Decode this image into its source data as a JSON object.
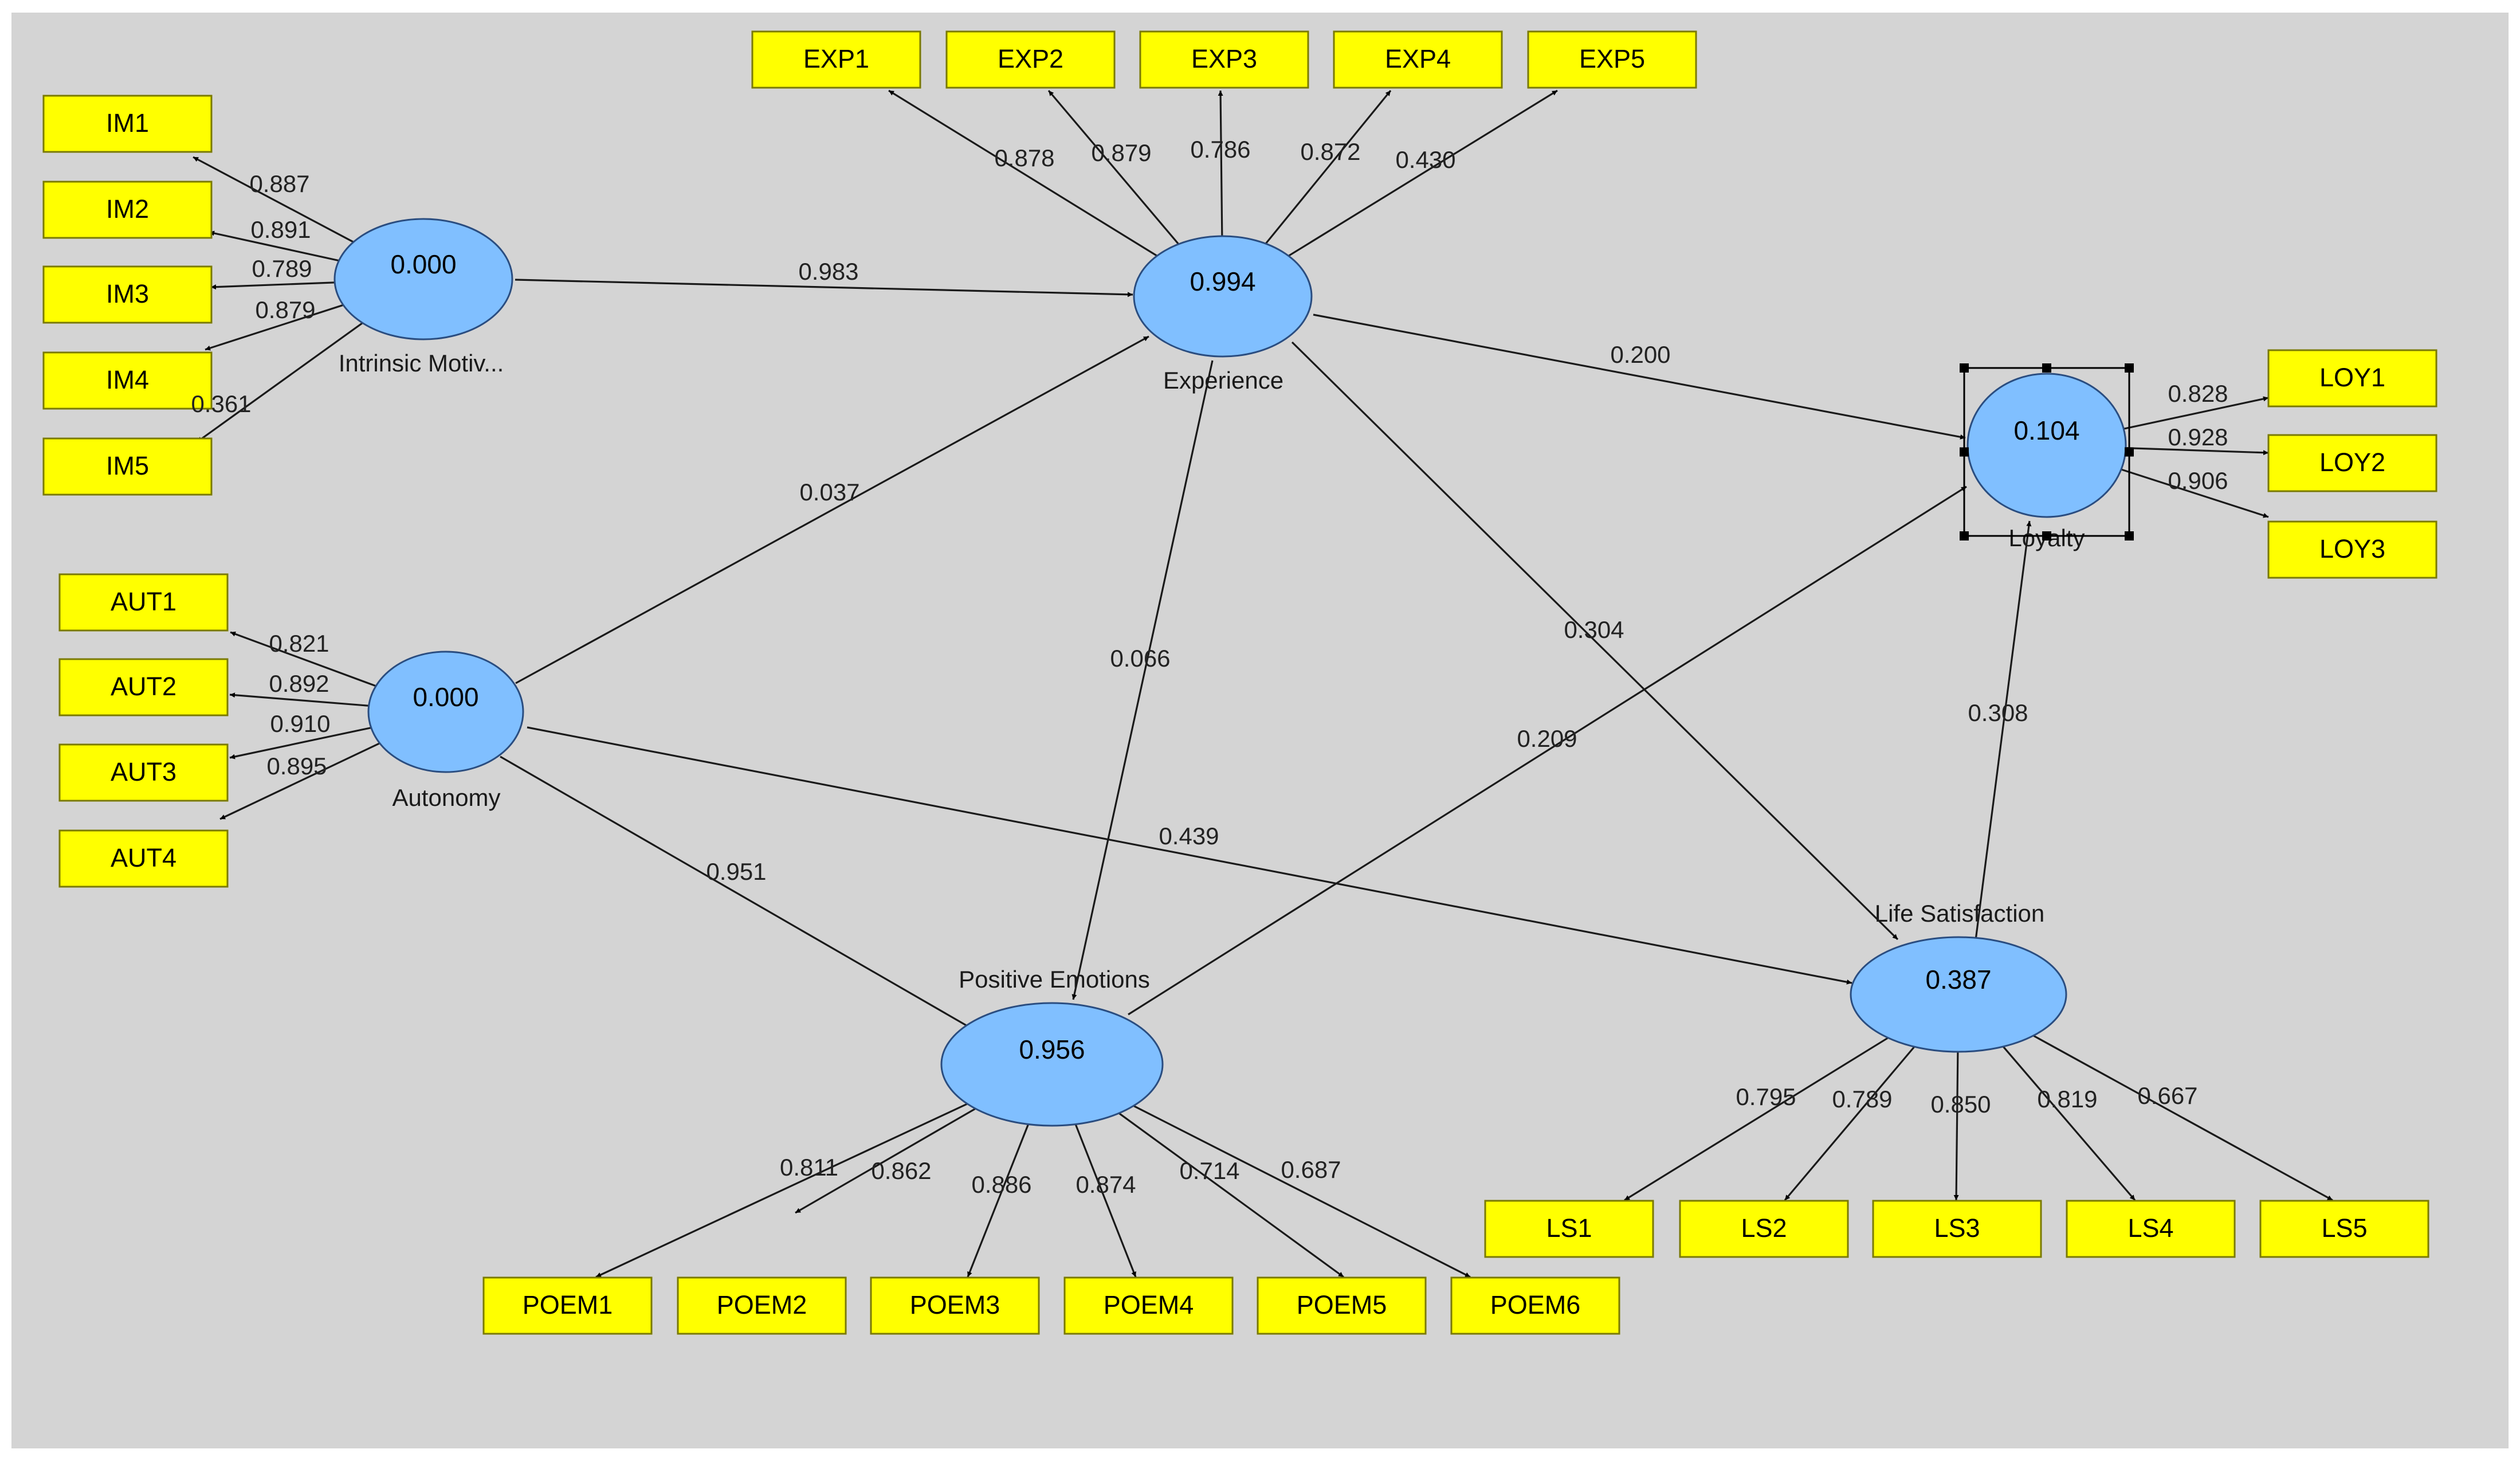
{
  "latent_variables": [
    {
      "id": "IM",
      "name": "Intrinsic Motiv...",
      "value": "0.000"
    },
    {
      "id": "EXP",
      "name": "Experience",
      "value": "0.994"
    },
    {
      "id": "AUT",
      "name": "Autonomy",
      "value": "0.000"
    },
    {
      "id": "LOY",
      "name": "Loyalty",
      "value": "0.104"
    },
    {
      "id": "POEM",
      "name": "Positive Emotions",
      "value": "0.956"
    },
    {
      "id": "LS",
      "name": "Life Satisfaction",
      "value": "0.387"
    }
  ],
  "indicators": [
    {
      "id": "IM1",
      "label": "IM1"
    },
    {
      "id": "IM2",
      "label": "IM2"
    },
    {
      "id": "IM3",
      "label": "IM3"
    },
    {
      "id": "IM4",
      "label": "IM4"
    },
    {
      "id": "IM5",
      "label": "IM5"
    },
    {
      "id": "EXP1",
      "label": "EXP1"
    },
    {
      "id": "EXP2",
      "label": "EXP2"
    },
    {
      "id": "EXP3",
      "label": "EXP3"
    },
    {
      "id": "EXP4",
      "label": "EXP4"
    },
    {
      "id": "EXP5",
      "label": "EXP5"
    },
    {
      "id": "AUT1",
      "label": "AUT1"
    },
    {
      "id": "AUT2",
      "label": "AUT2"
    },
    {
      "id": "AUT3",
      "label": "AUT3"
    },
    {
      "id": "AUT4",
      "label": "AUT4"
    },
    {
      "id": "LOY1",
      "label": "LOY1"
    },
    {
      "id": "LOY2",
      "label": "LOY2"
    },
    {
      "id": "LOY3",
      "label": "LOY3"
    },
    {
      "id": "POEM1",
      "label": "POEM1"
    },
    {
      "id": "POEM2",
      "label": "POEM2"
    },
    {
      "id": "POEM3",
      "label": "POEM3"
    },
    {
      "id": "POEM4",
      "label": "POEM4"
    },
    {
      "id": "POEM5",
      "label": "POEM5"
    },
    {
      "id": "POEM6",
      "label": "POEM6"
    },
    {
      "id": "LS1",
      "label": "LS1"
    },
    {
      "id": "LS2",
      "label": "LS2"
    },
    {
      "id": "LS3",
      "label": "LS3"
    },
    {
      "id": "LS4",
      "label": "LS4"
    },
    {
      "id": "LS5",
      "label": "LS5"
    }
  ],
  "outer_loadings": [
    {
      "from": "IM",
      "to": "IM1",
      "value": "0.887"
    },
    {
      "from": "IM",
      "to": "IM2",
      "value": "0.891"
    },
    {
      "from": "IM",
      "to": "IM3",
      "value": "0.789"
    },
    {
      "from": "IM",
      "to": "IM4",
      "value": "0.879"
    },
    {
      "from": "IM",
      "to": "IM5",
      "value": "0.361"
    },
    {
      "from": "EXP",
      "to": "EXP1",
      "value": "0.878"
    },
    {
      "from": "EXP",
      "to": "EXP2",
      "value": "0.879"
    },
    {
      "from": "EXP",
      "to": "EXP3",
      "value": "0.786"
    },
    {
      "from": "EXP",
      "to": "EXP4",
      "value": "0.872"
    },
    {
      "from": "EXP",
      "to": "EXP5",
      "value": "0.430"
    },
    {
      "from": "AUT",
      "to": "AUT1",
      "value": "0.821"
    },
    {
      "from": "AUT",
      "to": "AUT2",
      "value": "0.892"
    },
    {
      "from": "AUT",
      "to": "AUT3",
      "value": "0.910"
    },
    {
      "from": "AUT",
      "to": "AUT4",
      "value": "0.895"
    },
    {
      "from": "LOY",
      "to": "LOY1",
      "value": "0.828"
    },
    {
      "from": "LOY",
      "to": "LOY2",
      "value": "0.928"
    },
    {
      "from": "LOY",
      "to": "LOY3",
      "value": "0.906"
    },
    {
      "from": "POEM",
      "to": "POEM1",
      "value": "0.811"
    },
    {
      "from": "POEM",
      "to": "POEM2",
      "value": "0.862"
    },
    {
      "from": "POEM",
      "to": "POEM3",
      "value": "0.886"
    },
    {
      "from": "POEM",
      "to": "POEM4",
      "value": "0.874"
    },
    {
      "from": "POEM",
      "to": "POEM5",
      "value": "0.714"
    },
    {
      "from": "POEM",
      "to": "POEM6",
      "value": "0.687"
    },
    {
      "from": "LS",
      "to": "LS1",
      "value": "0.795"
    },
    {
      "from": "LS",
      "to": "LS2",
      "value": "0.789"
    },
    {
      "from": "LS",
      "to": "LS3",
      "value": "0.850"
    },
    {
      "from": "LS",
      "to": "LS4",
      "value": "0.819"
    },
    {
      "from": "LS",
      "to": "LS5",
      "value": "0.667"
    }
  ],
  "path_coefficients": [
    {
      "from": "IM",
      "to": "EXP",
      "value": "0.983"
    },
    {
      "from": "EXP",
      "to": "LOY",
      "value": "0.200"
    },
    {
      "from": "AUT",
      "to": "EXP",
      "value": "0.037"
    },
    {
      "from": "EXP",
      "to": "POEM",
      "value": "0.066"
    },
    {
      "from": "EXP",
      "to": "LS",
      "value": "0.304"
    },
    {
      "from": "POEM",
      "to": "LOY",
      "value": "0.209"
    },
    {
      "from": "LS",
      "to": "LOY",
      "value": "0.308"
    },
    {
      "from": "AUT",
      "to": "LS",
      "value": "0.439"
    },
    {
      "from": "AUT",
      "to": "POEM",
      "value": "0.951"
    }
  ],
  "selected_variable": "LOY",
  "colors": {
    "background": "#d4d4d4",
    "indicator_fill": "#ffff00",
    "latent_fill": "#80bfff",
    "line": "#1a1a1a"
  }
}
